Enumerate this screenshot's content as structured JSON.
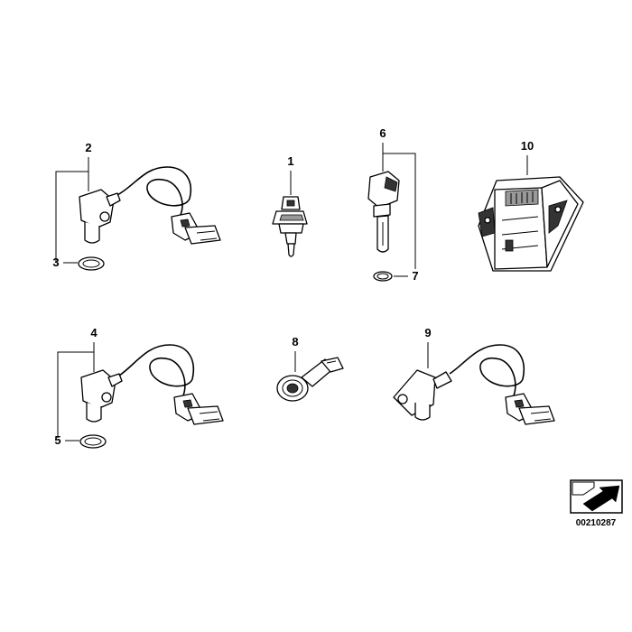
{
  "diagram": {
    "parts": [
      {
        "number": "1",
        "description": "temperature-sensor"
      },
      {
        "number": "2",
        "description": "crankshaft-sensor"
      },
      {
        "number": "3",
        "description": "sealing-ring"
      },
      {
        "number": "4",
        "description": "camshaft-sensor"
      },
      {
        "number": "5",
        "description": "sealing-ring"
      },
      {
        "number": "6",
        "description": "oil-level-sensor"
      },
      {
        "number": "7",
        "description": "sealing-ring"
      },
      {
        "number": "8",
        "description": "knock-sensor"
      },
      {
        "number": "9",
        "description": "camshaft-sensor"
      },
      {
        "number": "10",
        "description": "control-unit"
      }
    ],
    "reference_number": "00210287"
  }
}
